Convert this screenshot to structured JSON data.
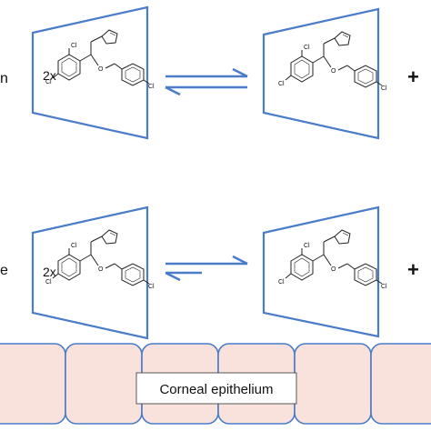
{
  "left_labels": [
    "n",
    "e"
  ],
  "panels": [
    {
      "multiplier": "2x",
      "atoms": {
        "cl_top": "Cl",
        "cl_left": "Cl",
        "o": "O",
        "cl_right": "Cl"
      }
    },
    {
      "multiplier": "",
      "atoms": {
        "cl_top": "Cl",
        "cl_left": "Cl",
        "o": "O",
        "cl_right": "Cl"
      }
    },
    {
      "multiplier": "2x",
      "atoms": {
        "cl_top": "Cl",
        "cl_left": "Cl",
        "o": "O",
        "cl_right": "Cl"
      }
    },
    {
      "multiplier": "",
      "atoms": {
        "cl_top": "Cl",
        "cl_left": "Cl",
        "o": "O",
        "cl_right": "Cl"
      }
    }
  ],
  "plus_signs": [
    "+",
    "+"
  ],
  "epithelium_label": "Corneal epithelium",
  "colors": {
    "frame": "#4a7cc9",
    "arrow": "#4a7cc9",
    "cell_fill": "#f9e2dc",
    "cell_stroke": "#4a7cc9"
  }
}
